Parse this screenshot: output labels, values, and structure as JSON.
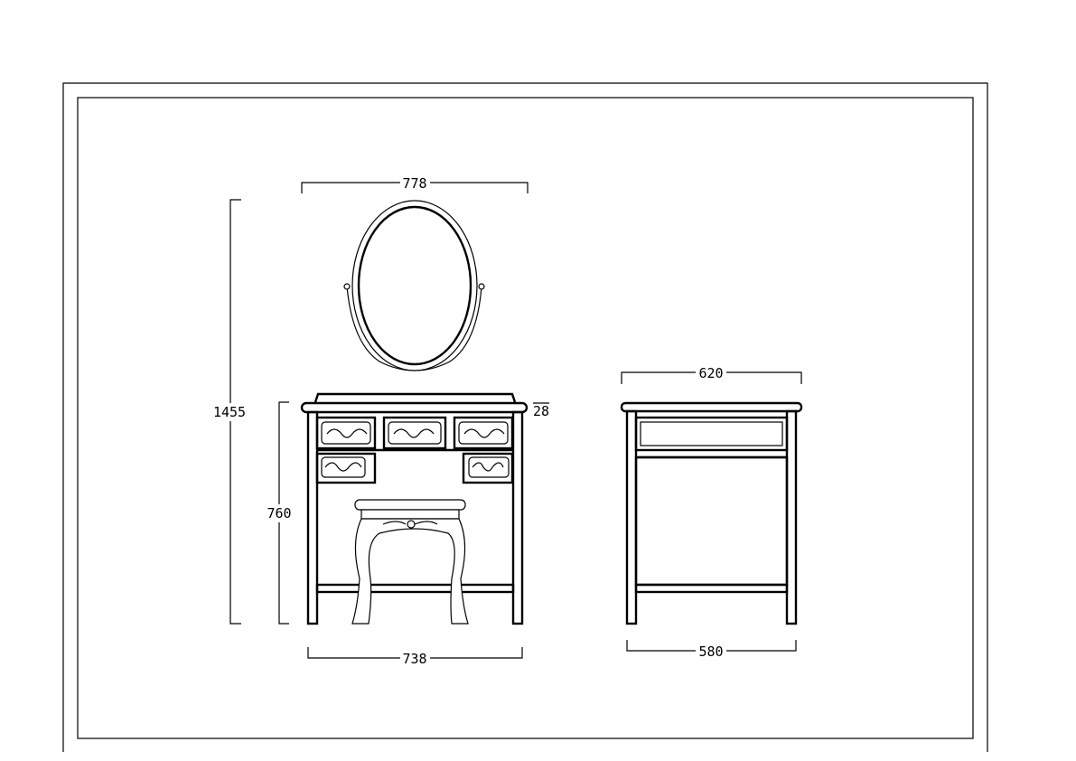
{
  "front_view": {
    "mirror_width": "778",
    "total_height": "1455",
    "desk_height": "760",
    "top_thickness": "28",
    "desk_width": "738"
  },
  "side_view": {
    "top_depth": "620",
    "leg_depth": "580"
  }
}
